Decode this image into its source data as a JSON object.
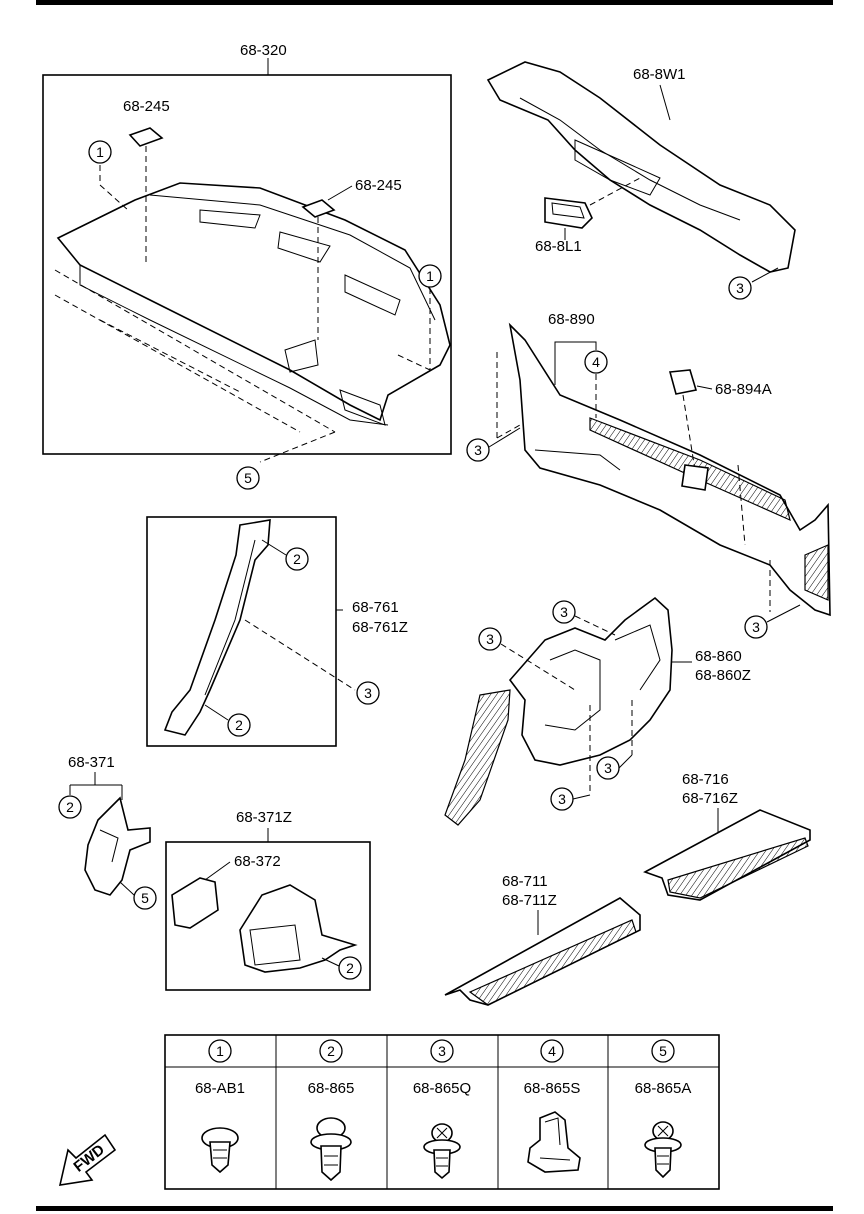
{
  "parts": {
    "package_tray": "68-320",
    "tray_clip_a": "68-245",
    "tray_clip_b": "68-245",
    "upper_trim": "68-8W1",
    "trim_cover": "68-8L1",
    "trunk_trim": "68-890",
    "trunk_clip": "68-894A",
    "pillar_trim": "68-761",
    "pillar_trim_z": "68-761Z",
    "side_trim": "68-860",
    "side_trim_z": "68-860Z",
    "rear_trim": "68-371",
    "rear_trim_z_set": "68-371Z",
    "rear_trim_part": "68-372",
    "scuff_rear": "68-716",
    "scuff_rear_z": "68-716Z",
    "scuff_front": "68-711",
    "scuff_front_z": "68-711Z"
  },
  "callouts": {
    "c1": "1",
    "c2": "2",
    "c3": "3",
    "c4": "4",
    "c5": "5"
  },
  "legend": [
    {
      "num": "1",
      "part": "68-AB1"
    },
    {
      "num": "2",
      "part": "68-865"
    },
    {
      "num": "3",
      "part": "68-865Q"
    },
    {
      "num": "4",
      "part": "68-865S"
    },
    {
      "num": "5",
      "part": "68-865A"
    }
  ],
  "fwd_label": "FWD"
}
